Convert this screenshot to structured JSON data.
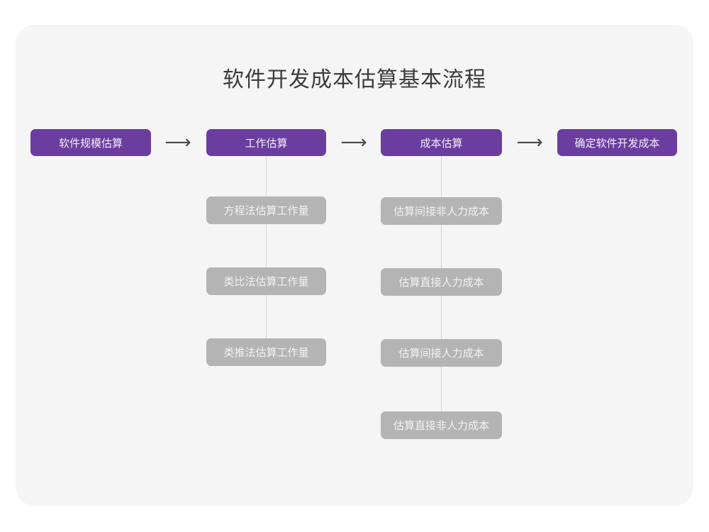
{
  "diagram": {
    "title": "软件开发成本估算基本流程",
    "title_color": "#3b3b3b",
    "background_color": "#ffffff",
    "card_color": "#f5f5f5",
    "stage_color": "#6b3d9e",
    "substep_color": "#b4b4b4",
    "connector_color": "#d3d3d3",
    "arrow_glyph": "⟶",
    "stages": [
      {
        "label": "软件规模估算"
      },
      {
        "label": "工作估算"
      },
      {
        "label": "成本估算"
      },
      {
        "label": "确定软件开发成本"
      }
    ],
    "effort_substeps": [
      {
        "label": "方程法估算工作量"
      },
      {
        "label": "类比法估算工作量"
      },
      {
        "label": "类推法估算工作量"
      }
    ],
    "cost_substeps": [
      {
        "label": "估算间接非人力成本"
      },
      {
        "label": "估算直接人力成本"
      },
      {
        "label": "估算间接人力成本"
      },
      {
        "label": "估算直接非人力成本"
      }
    ]
  },
  "chart_data": {
    "type": "diagram",
    "title": "软件开发成本估算基本流程",
    "flow": [
      "软件规模估算",
      "工作估算",
      "成本估算",
      "确定软件开发成本"
    ],
    "branches": {
      "工作估算": [
        "方程法估算工作量",
        "类比法估算工作量",
        "类推法估算工作量"
      ],
      "成本估算": [
        "估算间接非人力成本",
        "估算直接人力成本",
        "估算间接人力成本",
        "估算直接非人力成本"
      ]
    }
  }
}
